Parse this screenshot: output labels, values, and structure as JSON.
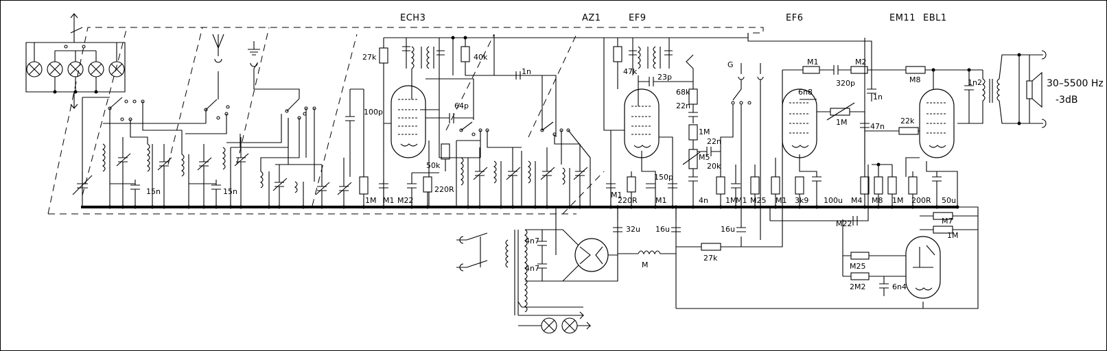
{
  "tubes": [
    {
      "id": "ech3",
      "label": "ECH3"
    },
    {
      "id": "az1",
      "label": "AZ1"
    },
    {
      "id": "ef9",
      "label": "EF9"
    },
    {
      "id": "ef6",
      "label": "EF6"
    },
    {
      "id": "em11",
      "label": "EM11"
    },
    {
      "id": "ebl1",
      "label": "EBL1"
    }
  ],
  "components": {
    "r_27k": "27k",
    "r_40k": "40k",
    "c_1n_top": "1n",
    "c_64p": "64p",
    "r_50k": "50k",
    "r_220r_a": "220R",
    "c_m1_a": "M1",
    "r_m22_a": "M22",
    "c_100p": "100p",
    "r_1m_a": "1M",
    "c_15n_a": "15n",
    "c_15n_b": "15n",
    "r_47k": "47k",
    "c_23p": "23p",
    "r_68k": "68k",
    "c_22n_a": "22n",
    "r_1m_b": "1M",
    "r_m5": "M5",
    "c_22n_b": "22n",
    "r_20k": "20k",
    "c_150p": "150p",
    "r_220r_b": "220R",
    "c_m1_b": "M1",
    "c_m1_c": "M1",
    "c_4n": "4n",
    "r_1m_c": "1M",
    "c_m1_d": "M1",
    "r_m25_a": "M25",
    "r_m1_e": "M1",
    "r_3k9": "3k9",
    "c_100u": "100u",
    "r_m1_top": "M1",
    "c_320p": "320p",
    "r_m2": "M2",
    "c_1n_b": "1n",
    "c_6n8": "6n8",
    "r_1m_pot": "1M",
    "c_47n": "47n",
    "r_m8_top": "M8",
    "r_22k": "22k",
    "c_1n2": "1n2",
    "r_m4": "M4",
    "r_m8": "M8",
    "r_1m_d": "1M",
    "r_200r": "200R",
    "c_50u": "50u",
    "c_m22": "M22",
    "r_m7": "M7",
    "r_1m_e": "1M",
    "r_m25_b": "M25",
    "r_2m2": "2M2",
    "c_6n4": "6n4",
    "c_32u": "32u",
    "c_16u_a": "16u",
    "c_16u_b": "16u",
    "choke_m": "M",
    "r_27k_b": "27k",
    "c_4n7_a": "4n7",
    "c_4n7_b": "4n7"
  },
  "switch_label": "G",
  "speaker": {
    "freq": "30–5500 Hz",
    "atten": "-3dB"
  }
}
